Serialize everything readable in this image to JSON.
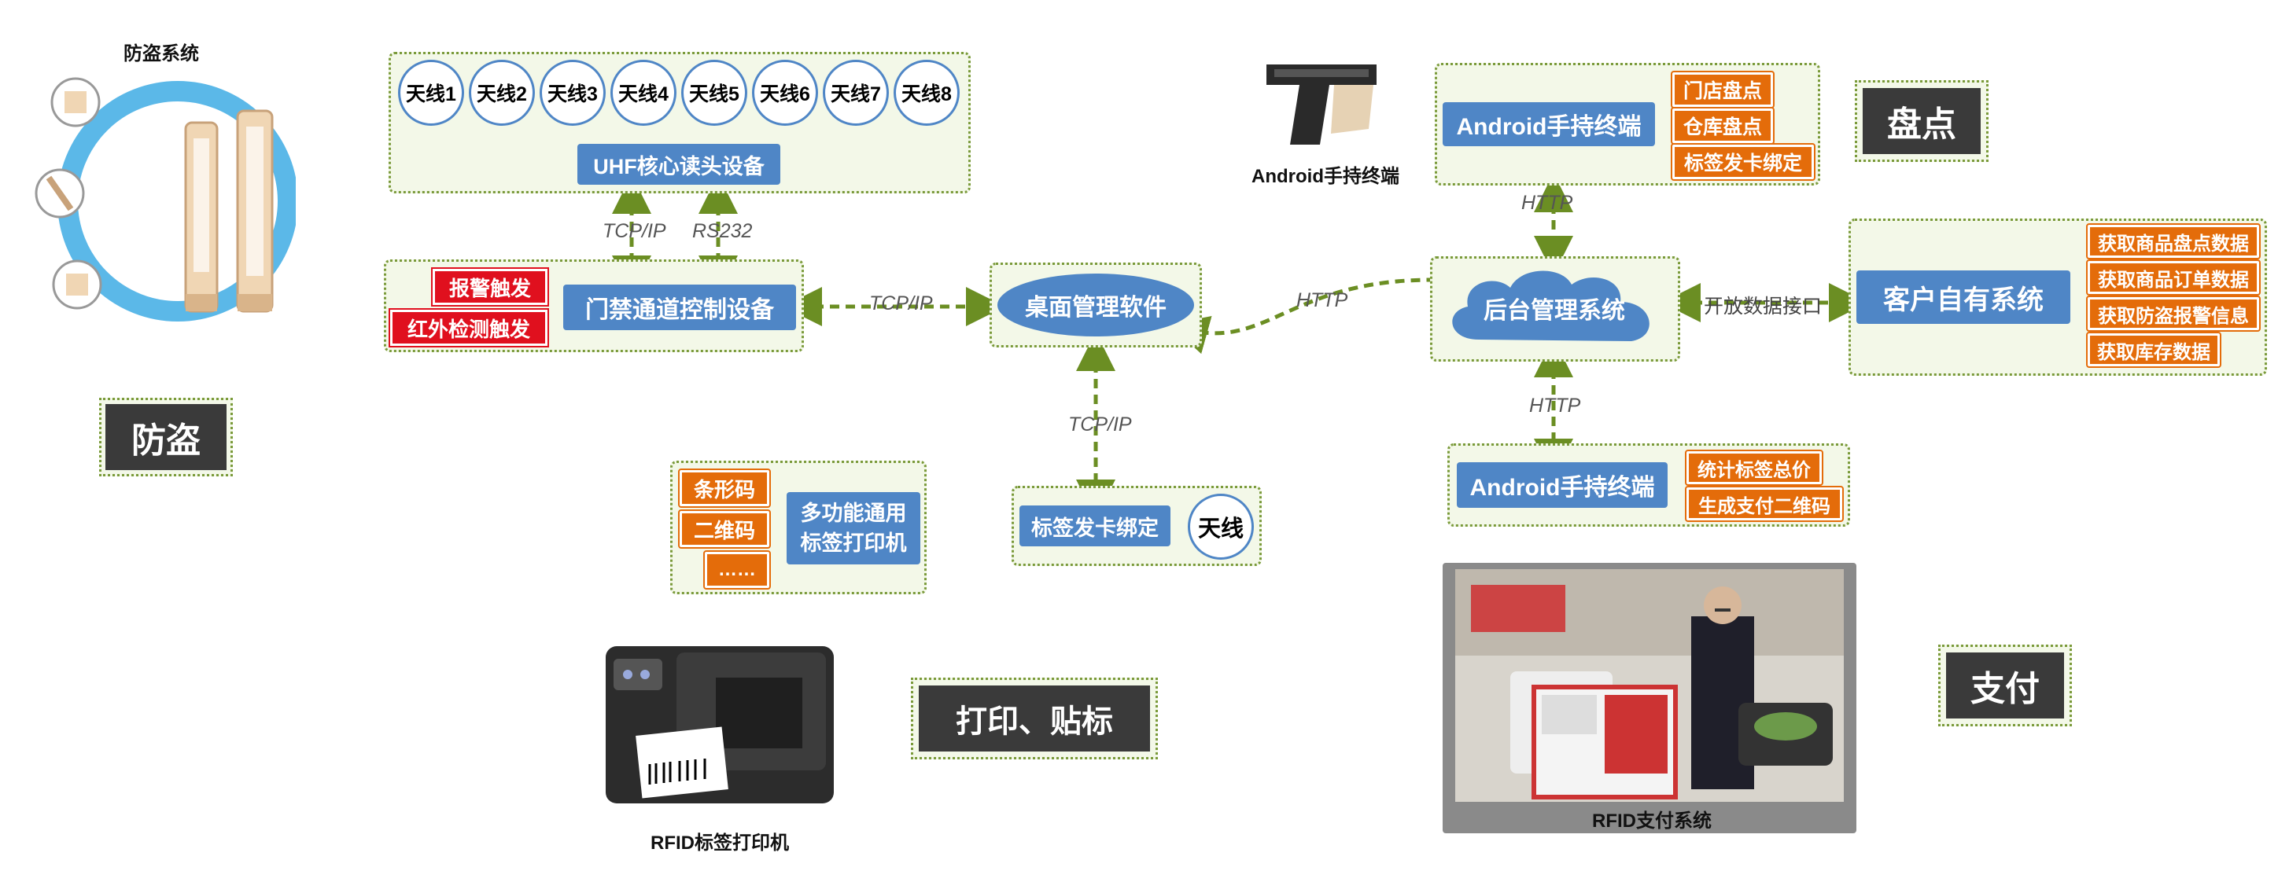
{
  "antitheft": {
    "caption": "防盗系统",
    "label": "防盗"
  },
  "antennas": [
    "天线1",
    "天线2",
    "天线3",
    "天线4",
    "天线5",
    "天线6",
    "天线7",
    "天线8"
  ],
  "uhf_reader": "UHF核心读头设备",
  "link_labels": {
    "tcpip_reader": "TCP/IP",
    "rs232": "RS232",
    "tcpip_gate": "TCP/IP",
    "http_desktop": "HTTP",
    "tcpip_desktop_down": "TCP/IP",
    "http_top": "HTTP",
    "http_bottom": "HTTP",
    "open_api": "开放数据接口"
  },
  "triggers": [
    "报警触发",
    "红外检测触发"
  ],
  "gate_controller": "门禁通道控制设备",
  "desktop_software": "桌面管理软件",
  "tag_binding": {
    "label": "标签发卡绑定",
    "antenna": "天线"
  },
  "printer_group": {
    "items": [
      "条形码",
      "二维码",
      "……"
    ],
    "device": [
      "多功能通用",
      "标签打印机"
    ]
  },
  "printer_caption": "RFID标签打印机",
  "print_label": "打印、贴标",
  "handheld_top": {
    "title": "Android手持终端",
    "items": [
      "门店盘点",
      "仓库盘点",
      "标签发卡绑定"
    ]
  },
  "handheld_caption": "Android手持终端",
  "inventory_label": "盘点",
  "backend": "后台管理系统",
  "customer_system": {
    "title": "客户自有系统",
    "items": [
      "获取商品盘点数据",
      "获取商品订单数据",
      "获取防盗报警信息",
      "获取库存数据"
    ]
  },
  "handheld_bottom": {
    "title": "Android手持终端",
    "items": [
      "统计标签总价",
      "生成支付二维码"
    ]
  },
  "payment_caption": "RFID支付系统",
  "payment_label": "支付",
  "colors": {
    "blue": "#4f86c6",
    "orange": "#e46c0a",
    "red": "#e0101e",
    "green_dash": "#6b8e23",
    "dark": "#3a3a3a"
  }
}
